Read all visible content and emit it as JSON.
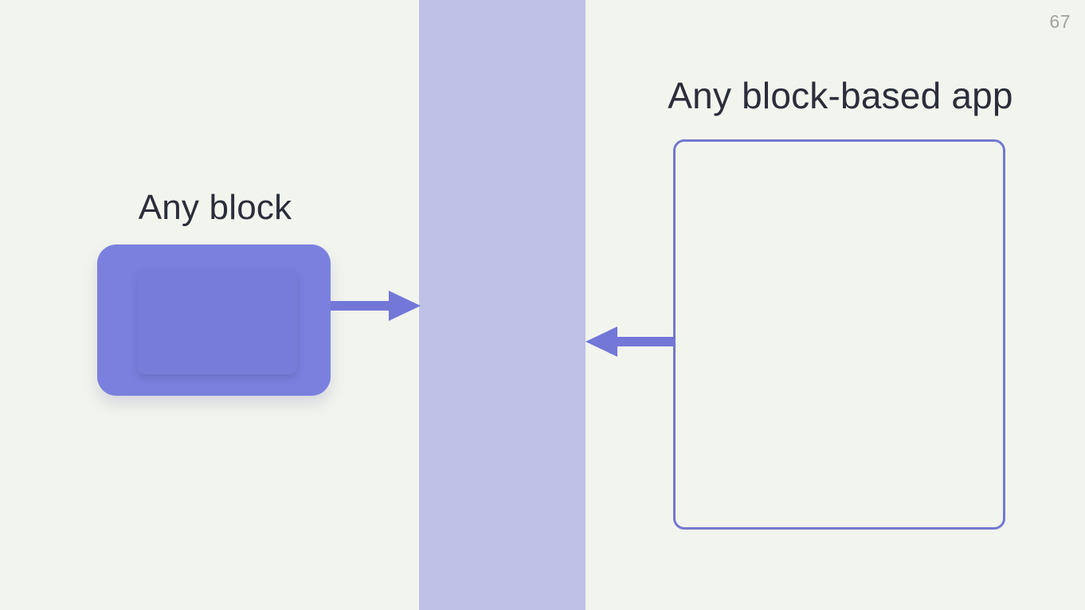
{
  "page": {
    "number": "67"
  },
  "labels": {
    "left_block": "Any block",
    "right_app": "Any block-based app"
  },
  "icons": {
    "left_to_band_arrow": "right-arrow",
    "app_to_band_arrow": "left-arrow"
  },
  "colors": {
    "background": "#f2f4ee",
    "band": "#bfc1e7",
    "block_fill": "#7b80de",
    "block_inner_fill": "#777cd9",
    "arrow": "#7277d8",
    "outline_border": "#7478cf",
    "text": "#2b2e3a",
    "page_number": "#a2a2a1"
  }
}
